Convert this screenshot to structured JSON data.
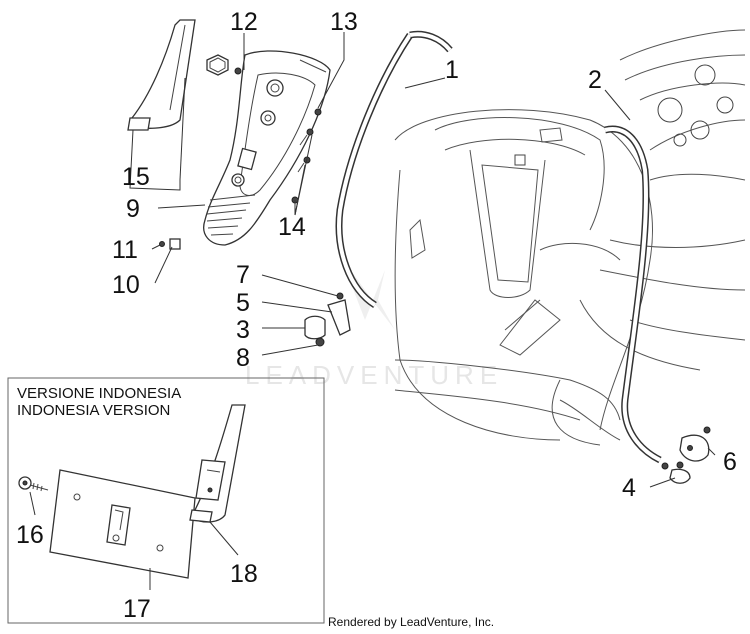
{
  "labels": {
    "p1": "1",
    "p2": "2",
    "p3": "3",
    "p4": "4",
    "p5": "5",
    "p6": "6",
    "p7": "7",
    "p8": "8",
    "p9": "9",
    "p10": "10",
    "p11": "11",
    "p12": "12",
    "p13": "13",
    "p14": "14",
    "p15": "15",
    "p16": "16",
    "p17": "17",
    "p18": "18"
  },
  "inset": {
    "title_line1": "VERSIONE INDONESIA",
    "title_line2": "INDONESIA VERSION"
  },
  "watermark": "LEADVENTURE",
  "footer": "Rendered by LeadVenture, Inc."
}
